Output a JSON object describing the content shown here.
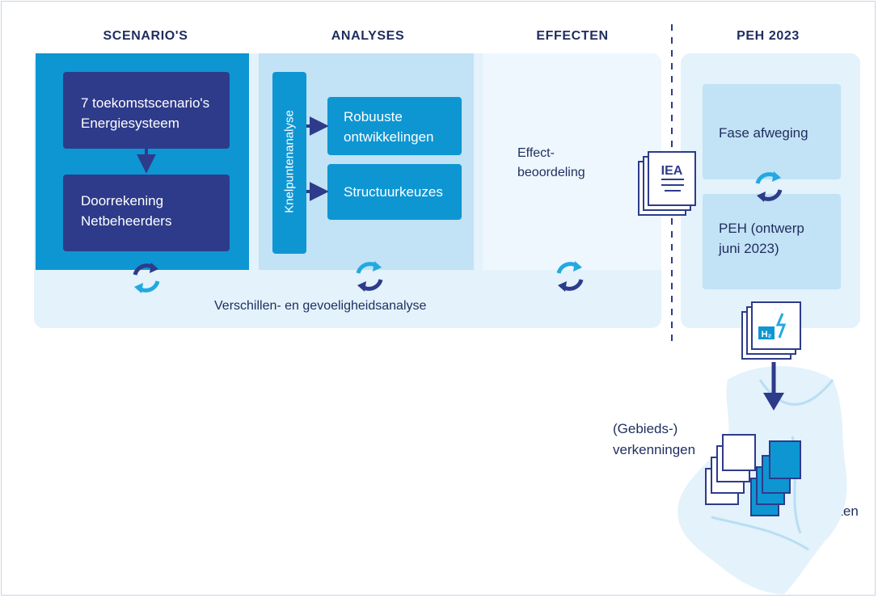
{
  "columns": {
    "scenarios": "SCENARIO'S",
    "analyses": "ANALYSES",
    "effects": "EFFECTEN",
    "peh": "PEH 2023"
  },
  "scenarios": {
    "box1": "7 toekomstscenario's Energiesysteem",
    "box2": "Doorrekening Netbeheerders"
  },
  "analyses": {
    "vertical_label": "Knelpuntenanalyse",
    "box1": "Robuuste ontwikkelingen",
    "box2": "Structuurkeuzes"
  },
  "effects": {
    "label": "Effect- beoordeling"
  },
  "bottom_band": "Verschillen- en gevoeligheidsanalyse",
  "iea_doc": "IEA",
  "peh": {
    "box1": "Fase afweging",
    "box2": "PEH (ontwerp juni 2023)"
  },
  "h2_doc": "H₂",
  "gebieds": "(Gebieds-) verkenningen",
  "projecten": "Projecten",
  "colors": {
    "dark_navy": "#2e3b8a",
    "mid_blue": "#0e96d3",
    "light_blue": "#c2e2f5",
    "pale_blue": "#e3f2fb",
    "cycle_dark": "#2e3b8a",
    "cycle_light": "#23a9e1"
  },
  "icons": [
    "refresh-cycle-icon",
    "document-stack-icon",
    "down-arrow-icon",
    "map-netherlands-icon"
  ]
}
